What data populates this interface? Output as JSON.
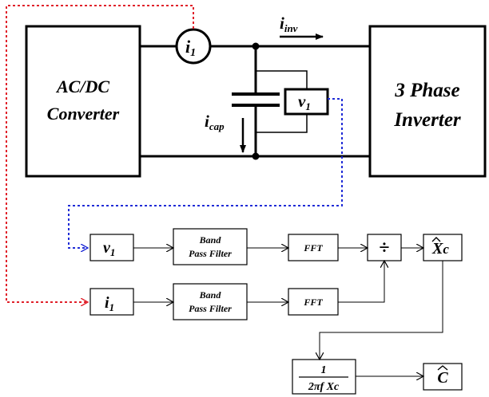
{
  "blocks": {
    "acdc_line1": "AC/DC",
    "acdc_line2": "Converter",
    "inverter_line1": "3 Phase",
    "inverter_line2": "Inverter"
  },
  "circuit": {
    "current_sensor_main": "i",
    "current_sensor_sub": "1",
    "voltage_sensor_main": "v",
    "voltage_sensor_sub": "1",
    "i_inv_main": "i",
    "i_inv_sub": "inv",
    "i_cap_main": "i",
    "i_cap_sub": "cap"
  },
  "signal_chain": {
    "v1_main": "v",
    "v1_sub": "1",
    "i1_main": "i",
    "i1_sub": "1",
    "bpf_line1": "Band",
    "bpf_line2": "Pass Filter",
    "fft": "FFT",
    "divide": "÷",
    "xc_hat_x": "X",
    "xc_hat_c": "c",
    "formula_num": "1",
    "formula_den": "2πf Xc",
    "c_hat": "C"
  },
  "colors": {
    "current_path": "#e0202a",
    "voltage_path": "#1f2bd6",
    "line": "#000000"
  }
}
